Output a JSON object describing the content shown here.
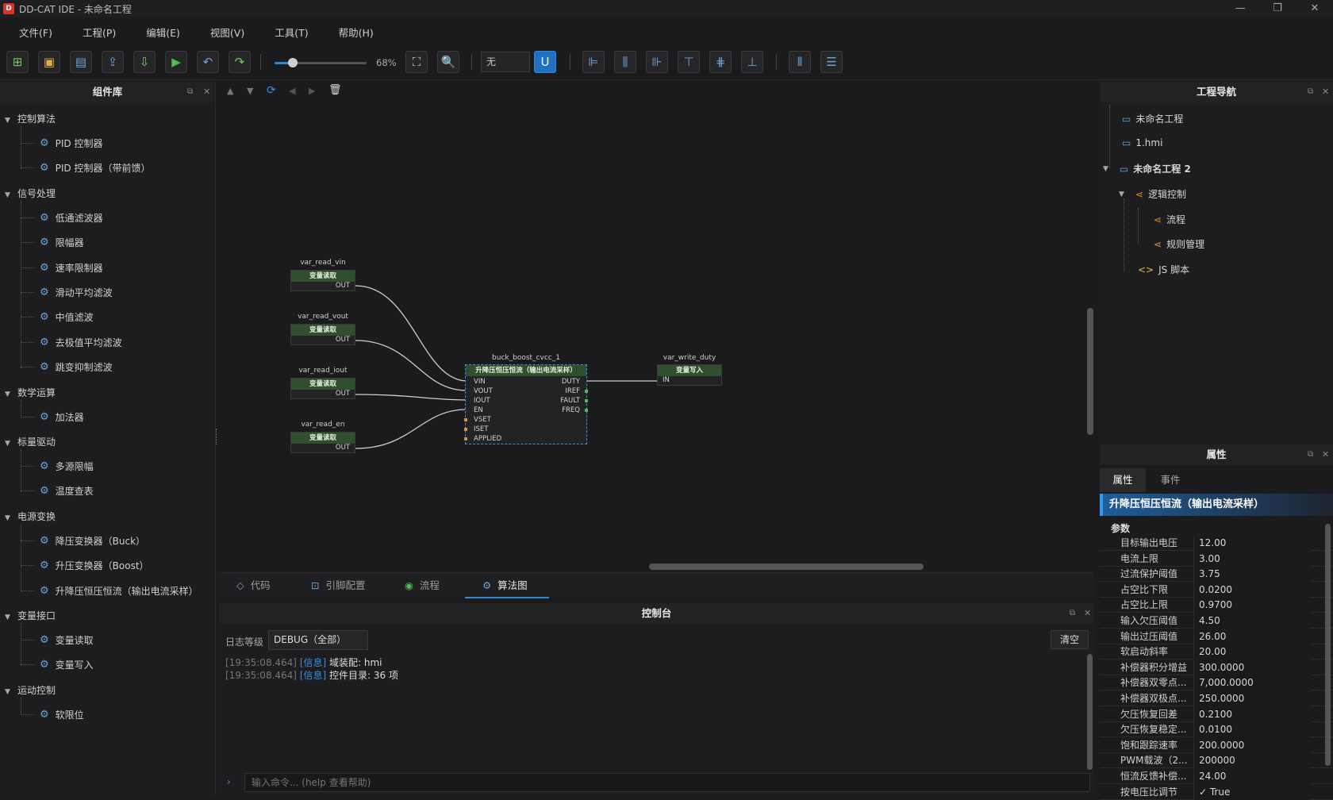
{
  "window": {
    "title": "DD-CAT IDE - 未命名工程",
    "logo_text": "D"
  },
  "menu": [
    "文件(F)",
    "工程(P)",
    "编辑(E)",
    "视图(V)",
    "工具(T)",
    "帮助(H)"
  ],
  "toolbar": {
    "zoom_label": "68%",
    "zoom_fraction": 0.2,
    "snap_value": "无"
  },
  "library": {
    "title": "组件库",
    "categories": [
      {
        "name": "控制算法",
        "items": [
          "PID 控制器",
          "PID 控制器（带前馈）"
        ]
      },
      {
        "name": "信号处理",
        "items": [
          "低通滤波器",
          "限幅器",
          "速率限制器",
          "滑动平均滤波",
          "中值滤波",
          "去极值平均滤波",
          "跳变抑制滤波"
        ]
      },
      {
        "name": "数学运算",
        "items": [
          "加法器"
        ]
      },
      {
        "name": "标量驱动",
        "items": [
          "多源限幅",
          "温度查表"
        ]
      },
      {
        "name": "电源变换",
        "items": [
          "降压变换器（Buck）",
          "升压变换器（Boost）",
          "升降压恒压恒流（输出电流采样）"
        ]
      },
      {
        "name": "变量接口",
        "items": [
          "变量读取",
          "变量写入"
        ]
      },
      {
        "name": "运动控制",
        "items": [
          "软限位"
        ]
      }
    ]
  },
  "canvas": {
    "nodes": {
      "vin": {
        "name": "var_read_vin",
        "type": "变量读取",
        "port": "OUT"
      },
      "vout": {
        "name": "var_read_vout",
        "type": "变量读取",
        "port": "OUT"
      },
      "iout": {
        "name": "var_read_iout",
        "type": "变量读取",
        "port": "OUT"
      },
      "en": {
        "name": "var_read_en",
        "type": "变量读取",
        "port": "OUT"
      },
      "buck": {
        "name": "buck_boost_cvcc_1",
        "type": "升降压恒压恒流（输出电流采样）",
        "inputs": [
          "VIN",
          "VOUT",
          "IOUT",
          "EN",
          "VSET",
          "ISET",
          "APPLIED"
        ],
        "outputs": [
          "DUTY",
          "IREF",
          "FAULT",
          "FREQ"
        ]
      },
      "duty": {
        "name": "var_write_duty",
        "type": "变量写入",
        "port": "IN"
      }
    }
  },
  "tabs": [
    {
      "label": "代码",
      "icon": "code-icon"
    },
    {
      "label": "引脚配置",
      "icon": "chip-icon"
    },
    {
      "label": "流程",
      "icon": "eye-icon"
    },
    {
      "label": "算法图",
      "icon": "gear-icon",
      "active": true
    }
  ],
  "console": {
    "title": "控制台",
    "log_level_label": "日志等级",
    "log_level_value": "DEBUG（全部）",
    "clear_label": "清空",
    "logs": [
      {
        "time": "[19:35:08.464]",
        "level": "[信息]",
        "msg": "域装配: hmi"
      },
      {
        "time": "[19:35:08.464]",
        "level": "[信息]",
        "msg": "控件目录: 36 项"
      }
    ],
    "input_placeholder": "输入命令... (help 查看帮助)"
  },
  "nav": {
    "title": "工程导航",
    "items": [
      "未命名工程",
      "1.hmi",
      "未命名工程 2",
      "逻辑控制",
      "流程",
      "规则管理",
      "JS 脚本"
    ]
  },
  "props": {
    "title": "属性",
    "tabs": [
      "属性",
      "事件"
    ],
    "component": "升降压恒压恒流（输出电流采样）",
    "section": "参数",
    "rows": [
      {
        "k": "目标输出电压",
        "v": "12.00"
      },
      {
        "k": "电流上限",
        "v": "3.00"
      },
      {
        "k": "过流保护阈值",
        "v": "3.75"
      },
      {
        "k": "占空比下限",
        "v": "0.0200"
      },
      {
        "k": "占空比上限",
        "v": "0.9700"
      },
      {
        "k": "输入欠压阈值",
        "v": "4.50"
      },
      {
        "k": "输出过压阈值",
        "v": "26.00"
      },
      {
        "k": "软启动斜率",
        "v": "20.00"
      },
      {
        "k": "补偿器积分增益",
        "v": "300.0000"
      },
      {
        "k": "补偿器双零点...",
        "v": "7,000.0000"
      },
      {
        "k": "补偿器双极点...",
        "v": "250.0000"
      },
      {
        "k": "欠压恢复回差",
        "v": "0.2100"
      },
      {
        "k": "欠压恢复稳定...",
        "v": "0.0100"
      },
      {
        "k": "饱和跟踪速率",
        "v": "200.0000"
      },
      {
        "k": "PWM载波（2...",
        "v": "200000"
      },
      {
        "k": "恒流反馈补偿...",
        "v": "24.00"
      },
      {
        "k": "按电压比调节",
        "v": "✓ True"
      }
    ]
  }
}
